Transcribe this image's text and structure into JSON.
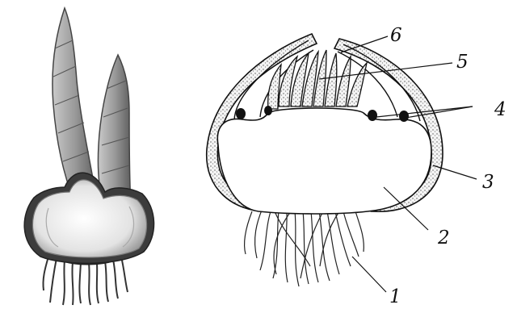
{
  "labels": [
    {
      "id": "label-1",
      "text": "1"
    },
    {
      "id": "label-2",
      "text": "2"
    },
    {
      "id": "label-3",
      "text": "3"
    },
    {
      "id": "label-4",
      "text": "4"
    },
    {
      "id": "label-5",
      "text": "5"
    },
    {
      "id": "label-6",
      "text": "6"
    }
  ]
}
